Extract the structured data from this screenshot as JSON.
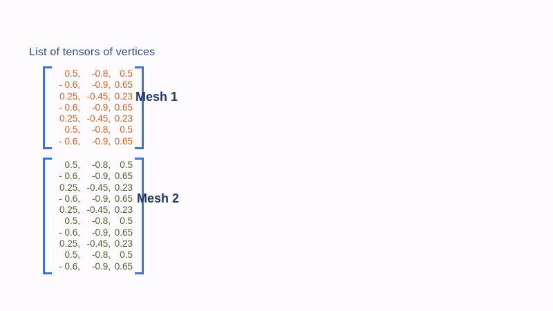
{
  "page": {
    "title": "List of tensors of vertices"
  },
  "colors": {
    "background": "#FDFBFD",
    "title": "#2E4A7C",
    "label": "#1F3864",
    "bracket": "#4472C4",
    "mesh1": "#C4622F",
    "mesh2": "#4E5C33"
  },
  "meshes": [
    {
      "label": "Mesh 1",
      "rows": [
        [
          "0.5,",
          "-0.8,",
          "0.5"
        ],
        [
          "- 0.6,",
          "-0.9,",
          "0.65"
        ],
        [
          "0.25,",
          "-0.45,",
          "0.23"
        ],
        [
          "- 0.6,",
          "-0.9,",
          "0.65"
        ],
        [
          "0.25,",
          "-0.45,",
          "0.23"
        ],
        [
          "0.5,",
          "-0.8,",
          "0.5"
        ],
        [
          "- 0.6,",
          "-0.9,",
          "0.65"
        ]
      ]
    },
    {
      "label": "Mesh 2",
      "rows": [
        [
          "0.5,",
          "-0.8,",
          "0.5"
        ],
        [
          "- 0.6,",
          "-0.9,",
          "0.65"
        ],
        [
          "0.25,",
          "-0.45,",
          "0.23"
        ],
        [
          "- 0.6,",
          "-0.9,",
          "0.65"
        ],
        [
          "0.25,",
          "-0.45,",
          "0.23"
        ],
        [
          "0.5,",
          "-0.8,",
          "0.5"
        ],
        [
          "- 0.6,",
          "-0.9,",
          "0.65"
        ],
        [
          "0.25,",
          "-0.45,",
          "0.23"
        ],
        [
          "0.5,",
          "-0.8,",
          "0.5"
        ],
        [
          "- 0.6,",
          "-0.9,",
          "0.65"
        ]
      ]
    }
  ]
}
